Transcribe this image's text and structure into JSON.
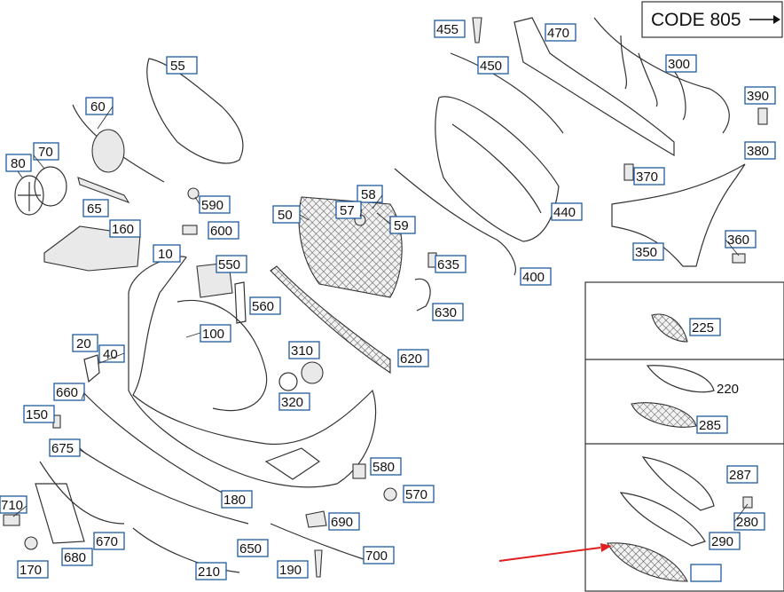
{
  "code_box": {
    "text": "CODE 805"
  },
  "callouts": [
    "455",
    "470",
    "300",
    "55",
    "450",
    "390",
    "60",
    "380",
    "70",
    "80",
    "370",
    "590",
    "58",
    "57",
    "59",
    "50",
    "440",
    "65",
    "160",
    "600",
    "360",
    "350",
    "635",
    "10",
    "550",
    "400",
    "560",
    "630",
    "310",
    "20",
    "40",
    "100",
    "620",
    "660",
    "150",
    "320",
    "675",
    "580",
    "570",
    "180",
    "710",
    "690",
    "670",
    "650",
    "700",
    "190",
    "170",
    "680",
    "210",
    "225",
    "220",
    "285",
    "287",
    "280",
    "290"
  ],
  "colors": {
    "label_border": "#1f5a9e",
    "line": "#333333",
    "arrow": "#e02020"
  },
  "icons": {
    "arrow_right": "arrow-right-icon",
    "red_pointer": "red-arrow-icon"
  }
}
